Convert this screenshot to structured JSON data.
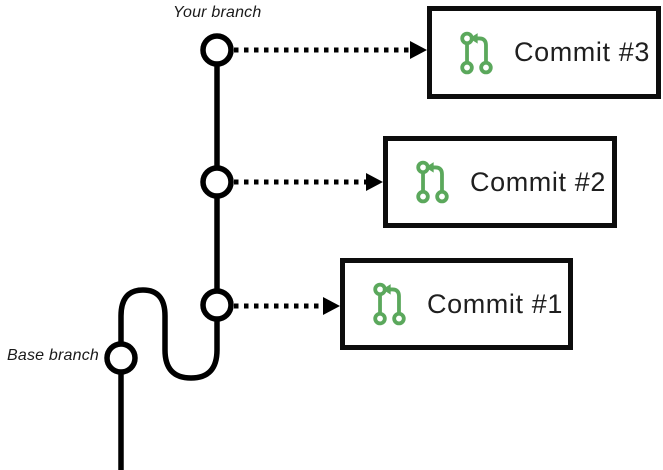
{
  "diagram": {
    "branch_labels": {
      "your": "Your branch",
      "base": "Base branch"
    },
    "commits": [
      {
        "label": "Commit #3",
        "icon": "git-pull-request-icon"
      },
      {
        "label": "Commit #2",
        "icon": "git-pull-request-icon"
      },
      {
        "label": "Commit #1",
        "icon": "git-pull-request-icon"
      }
    ],
    "colors": {
      "line": "#000000",
      "node_fill": "#ffffff",
      "box_border": "#0d0d0d",
      "icon_green": "#5ba85c",
      "text": "#1f1f1f",
      "background": "#ffffff"
    }
  }
}
